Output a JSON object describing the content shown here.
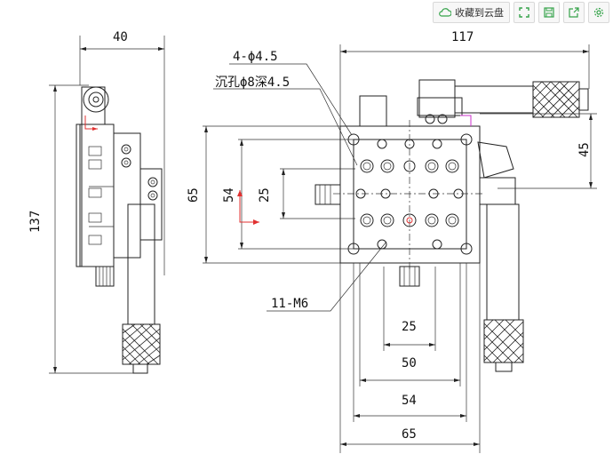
{
  "toolbar": {
    "save_to_cloud_label": "收藏到云盘",
    "icons": [
      "cloud-icon",
      "fullscreen-icon",
      "save-icon",
      "share-icon",
      "settings-icon"
    ]
  },
  "dimensions": {
    "side_width": "40",
    "side_height": "137",
    "top_width": "117",
    "hole_spec": "4-ϕ4.5",
    "counterbore_spec": "沉孔ϕ8深4.5",
    "thread_spec": "11-M6",
    "offset_45": "45",
    "height_65": "65",
    "height_54": "54",
    "height_25": "25",
    "bottom_25": "25",
    "bottom_50": "50",
    "bottom_54": "54",
    "bottom_65": "65"
  },
  "colors": {
    "line": "#222222",
    "accent_red": "#e03030",
    "accent_magenta": "#cc33cc",
    "toolbar_green": "#35a34a"
  }
}
